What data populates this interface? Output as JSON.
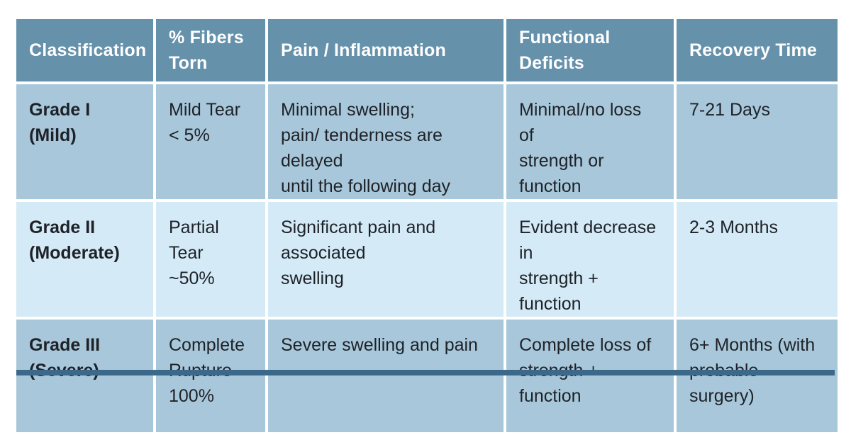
{
  "table": {
    "headers": [
      [
        "Classification"
      ],
      [
        "% Fibers",
        "Torn"
      ],
      [
        "Pain / Inflammation"
      ],
      [
        "Functional",
        "Deficits"
      ],
      [
        "Recovery Time"
      ]
    ],
    "rows": [
      [
        [
          "Grade I",
          "(Mild)"
        ],
        [
          "Mild Tear",
          "< 5%"
        ],
        [
          "Minimal swelling;",
          "pain/ tenderness are delayed",
          "until the following day"
        ],
        [
          "Minimal/no loss of",
          "strength or function"
        ],
        [
          "7-21 Days"
        ]
      ],
      [
        [
          "Grade II",
          "(Moderate)"
        ],
        [
          "Partial Tear",
          "~50%"
        ],
        [
          "Significant pain and associated",
          "swelling"
        ],
        [
          "Evident decrease in",
          "strength + function"
        ],
        [
          "2-3 Months"
        ]
      ],
      [
        [
          "Grade III",
          "(Severe)"
        ],
        [
          "Complete",
          "Rupture",
          "100%"
        ],
        [
          "Severe swelling and pain"
        ],
        [
          "Complete loss of",
          "strength + function"
        ],
        [
          "6+ Months (with",
          "probable surgery)"
        ]
      ]
    ]
  },
  "colors": {
    "header_bg": "#6591ab",
    "row_dark": "#a8c7da",
    "row_light": "#d4eaf6",
    "bottom_bar": "#3c6889"
  }
}
